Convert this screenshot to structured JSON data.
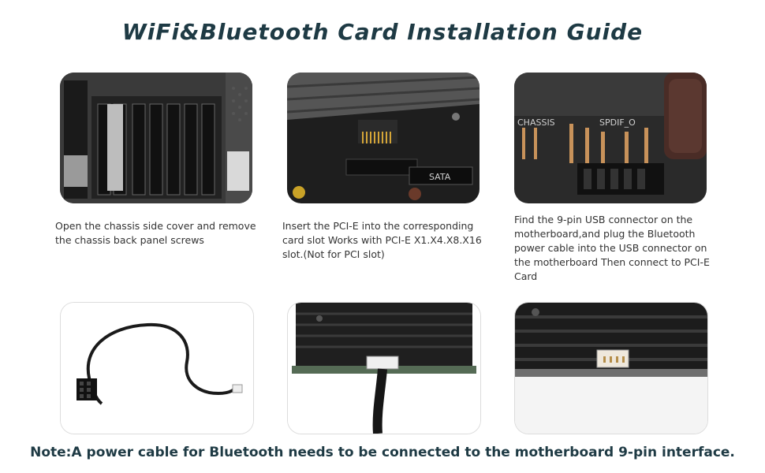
{
  "title": "WiFi&Bluetooth Card Installation Guide",
  "steps": [
    {
      "caption": "Open the chassis side cover and remove the chassis back panel screws"
    },
    {
      "caption": "Insert the PCI-E into the corresponding card slot Works with PCI-E X1.X4.X8.X16 slot.(Not for PCI slot)"
    },
    {
      "caption": "Find the 9-pin USB connector on the motherboard,and plug the Bluetooth power cable into the USB connector on the motherboard Then connect to PCI-E Card"
    }
  ],
  "photo_labels": {
    "sata": "SATA",
    "chassis": "CHASSIS",
    "spdif": "SPDIF_O"
  },
  "note": "Note:A power cable for Bluetooth needs to be connected to the motherboard 9-pin interface."
}
